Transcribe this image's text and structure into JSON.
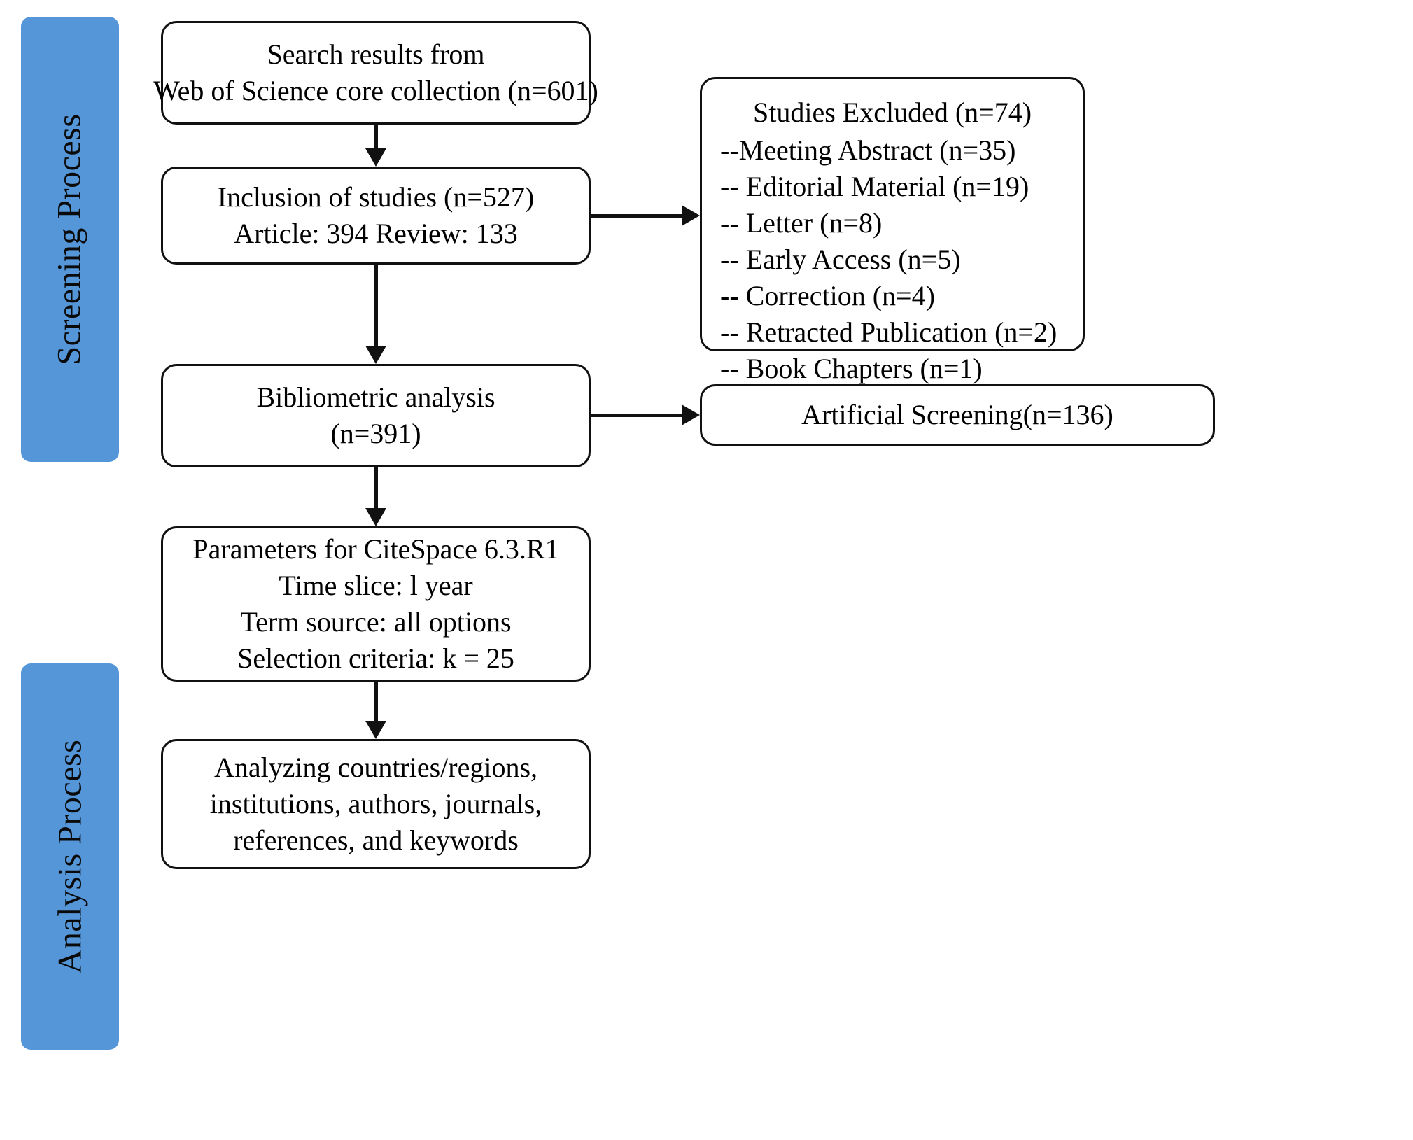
{
  "diagram": {
    "title": "Literature screening and analysis flowchart",
    "accent_color": "#5596D9",
    "line_color": "#111111",
    "background_color": "#FFFFFF"
  },
  "stages": [
    {
      "label": "Screening Process"
    },
    {
      "label": "Analysis Process"
    }
  ],
  "boxes": {
    "search_results": {
      "lines": [
        "Search results from",
        "Web of Science core collection (n=601)"
      ]
    },
    "inclusion": {
      "lines": [
        "Inclusion of studies (n=527)",
        "Article: 394 Review: 133"
      ]
    },
    "studies_excluded": {
      "heading": "Studies Excluded (n=74)",
      "items": [
        "--Meeting Abstract (n=35)",
        "-- Editorial Material (n=19)",
        "-- Letter (n=8)",
        "-- Early Access (n=5)",
        "-- Correction (n=4)",
        "-- Retracted Publication (n=2)",
        "-- Book Chapters (n=1)"
      ]
    },
    "bibliometric": {
      "lines": [
        "Bibliometric analysis",
        "(n=391)"
      ]
    },
    "artificial_screening": {
      "lines": [
        "Artificial Screening(n=136)"
      ]
    },
    "parameters": {
      "lines": [
        "Parameters for  CiteSpace 6.3.R1",
        "Time slice: l year",
        "Term source: all options",
        "Selection criteria: k = 25"
      ]
    },
    "analyzing": {
      "lines": [
        "Analyzing  countries/regions,",
        "institutions, authors, journals,",
        "references, and keywords"
      ]
    }
  },
  "connectors": [
    {
      "name": "search-to-inclusion",
      "direction": "down"
    },
    {
      "name": "inclusion-to-bibliometric",
      "direction": "down"
    },
    {
      "name": "inclusion-to-excluded",
      "direction": "right"
    },
    {
      "name": "bibliometric-to-artificial-screening",
      "direction": "right"
    },
    {
      "name": "bibliometric-to-parameters",
      "direction": "down"
    },
    {
      "name": "parameters-to-analyzing",
      "direction": "down"
    }
  ]
}
